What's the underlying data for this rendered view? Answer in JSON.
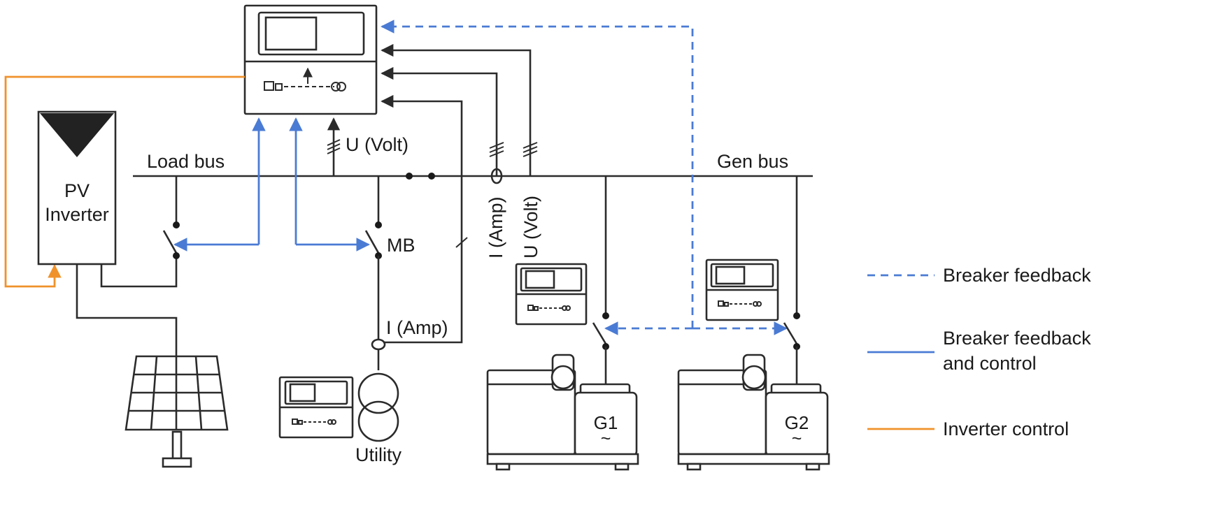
{
  "labels": {
    "load_bus": "Load bus",
    "gen_bus": "Gen bus",
    "pv_inverter_line1": "PV",
    "pv_inverter_line2": "Inverter",
    "u_volt_top": "U (Volt)",
    "i_amp_vertical": "I (Amp)",
    "u_volt_vertical": "U (Volt)",
    "mb": "MB",
    "i_amp_utility": "I (Amp)",
    "utility": "Utility",
    "g1": "G1",
    "g2": "G2"
  },
  "legend": [
    {
      "label": "Breaker feedback",
      "style": "dashed",
      "color": "#4a7bd4"
    },
    {
      "label": "Breaker feedback",
      "label2": "and control",
      "style": "solid",
      "color": "#4a7bd4"
    },
    {
      "label": "Inverter control",
      "style": "solid",
      "color": "#f0922b"
    }
  ],
  "colors": {
    "breaker_feedback": "#4a7bd4",
    "breaker_feedback_and_control": "#4a7bd4",
    "inverter_control": "#f0922b",
    "line": "#2b2b2b"
  }
}
